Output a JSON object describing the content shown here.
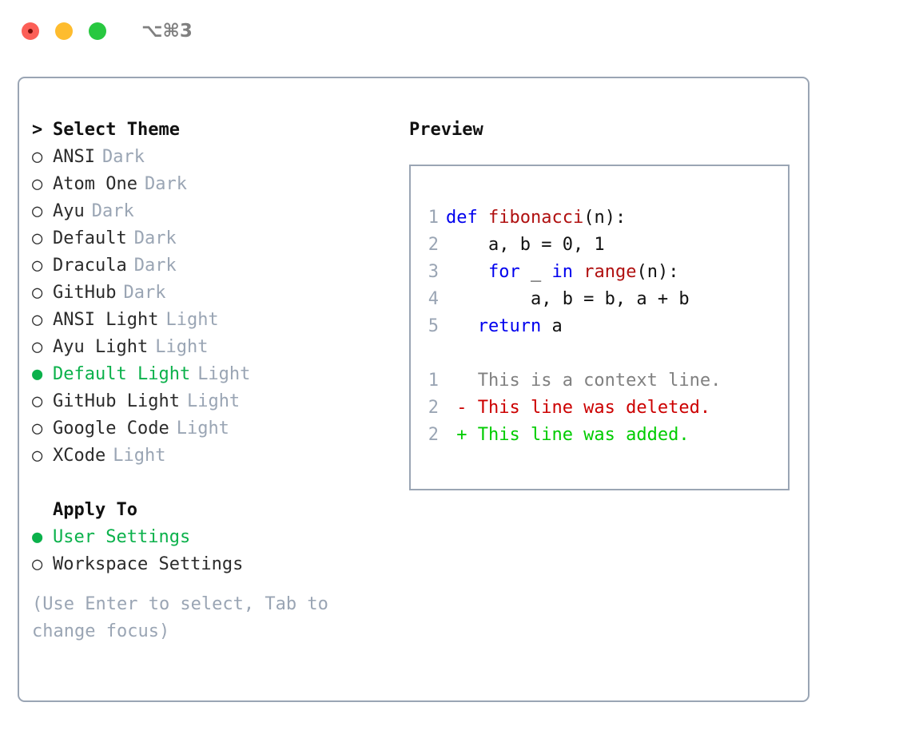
{
  "titlebar": {
    "lights": [
      "close",
      "minimize",
      "maximize"
    ],
    "shortcut": "⌥⌘3"
  },
  "theme_section": {
    "header": "Select Theme",
    "header_marker": ">",
    "items": [
      {
        "marker": "○",
        "label": "ANSI",
        "tag": "Dark",
        "selected": false
      },
      {
        "marker": "○",
        "label": "Atom One",
        "tag": "Dark",
        "selected": false
      },
      {
        "marker": "○",
        "label": "Ayu",
        "tag": "Dark",
        "selected": false
      },
      {
        "marker": "○",
        "label": "Default",
        "tag": "Dark",
        "selected": false
      },
      {
        "marker": "○",
        "label": "Dracula",
        "tag": "Dark",
        "selected": false
      },
      {
        "marker": "○",
        "label": "GitHub",
        "tag": "Dark",
        "selected": false
      },
      {
        "marker": "○",
        "label": "ANSI Light",
        "tag": "Light",
        "selected": false
      },
      {
        "marker": "○",
        "label": "Ayu Light",
        "tag": "Light",
        "selected": false
      },
      {
        "marker": "●",
        "label": "Default Light",
        "tag": "Light",
        "selected": true
      },
      {
        "marker": "○",
        "label": "GitHub Light",
        "tag": "Light",
        "selected": false
      },
      {
        "marker": "○",
        "label": "Google Code",
        "tag": "Light",
        "selected": false
      },
      {
        "marker": "○",
        "label": "XCode",
        "tag": "Light",
        "selected": false
      }
    ]
  },
  "apply_section": {
    "header": "Apply To",
    "header_marker": " ",
    "items": [
      {
        "marker": "●",
        "label": "User Settings",
        "selected": true
      },
      {
        "marker": "○",
        "label": "Workspace Settings",
        "selected": false
      }
    ]
  },
  "hint": "(Use Enter to select, Tab to change focus)",
  "preview": {
    "title": "Preview",
    "code_lines": [
      {
        "no": "1",
        "tokens": [
          {
            "t": "def ",
            "c": "kw"
          },
          {
            "t": "fibonacci",
            "c": "fn"
          },
          {
            "t": "(n):",
            "c": "txt"
          }
        ]
      },
      {
        "no": "2",
        "tokens": [
          {
            "t": "    a, b = 0, 1",
            "c": "txt"
          }
        ]
      },
      {
        "no": "3",
        "tokens": [
          {
            "t": "    for ",
            "c": "kw"
          },
          {
            "t": "_ ",
            "c": "txt"
          },
          {
            "t": "in ",
            "c": "kw"
          },
          {
            "t": "range",
            "c": "fn"
          },
          {
            "t": "(n):",
            "c": "txt"
          }
        ]
      },
      {
        "no": "4",
        "tokens": [
          {
            "t": "        a, b = b, a + b",
            "c": "txt"
          }
        ]
      },
      {
        "no": "5",
        "tokens": [
          {
            "t": "   return ",
            "c": "kw"
          },
          {
            "t": "a",
            "c": "txt"
          }
        ]
      }
    ],
    "diff_lines": [
      {
        "no": "1",
        "tokens": [
          {
            "t": "   This is a context line.",
            "c": "ctx"
          }
        ]
      },
      {
        "no": "2",
        "tokens": [
          {
            "t": " - This line was deleted.",
            "c": "del"
          }
        ]
      },
      {
        "no": "2",
        "tokens": [
          {
            "t": " + This line was added.",
            "c": "add"
          }
        ]
      }
    ]
  },
  "colors": {
    "border": "#9aa5b4",
    "muted": "#9aa5b4",
    "selected_green": "#0bb14b",
    "diff_add": "#00cc00",
    "diff_del": "#cc0000",
    "keyword": "#0000ee",
    "function": "#b01010",
    "shortcut_gray": "#808080"
  }
}
